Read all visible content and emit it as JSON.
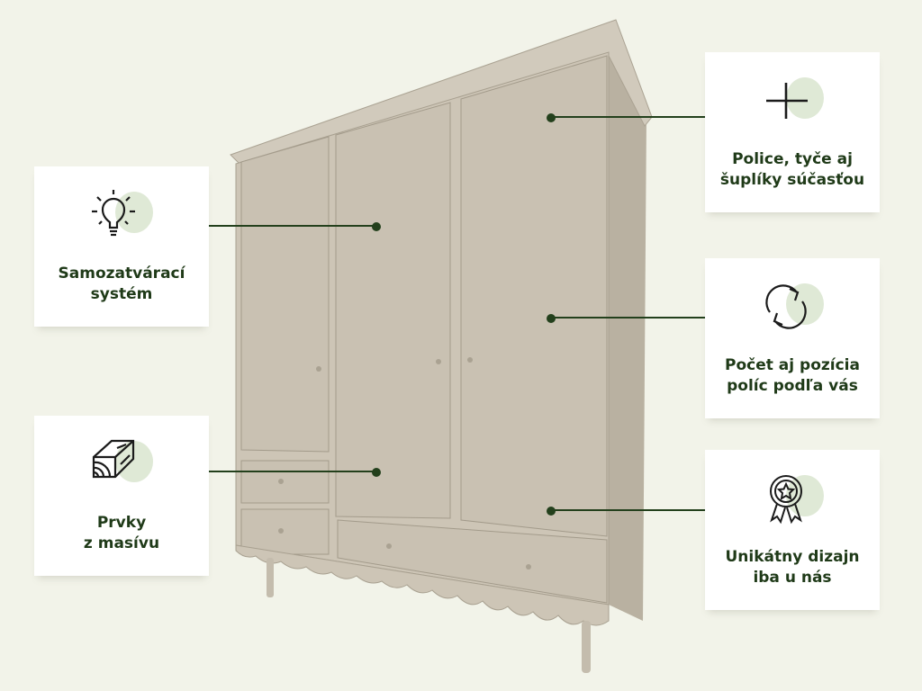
{
  "features": [
    {
      "id": "self-closing",
      "lines": [
        "Samozatvárací",
        "systém"
      ],
      "icon": "lightbulb-icon"
    },
    {
      "id": "solid-wood",
      "lines": [
        "Prvky",
        "z masívu"
      ],
      "icon": "wood-beam-icon"
    },
    {
      "id": "included",
      "lines": [
        "Police, tyče aj",
        "šuplíky súčasťou"
      ],
      "icon": "plus-icon"
    },
    {
      "id": "shelves",
      "lines": [
        "Počet aj pozícia",
        "políc podľa vás"
      ],
      "icon": "refresh-icon"
    },
    {
      "id": "design",
      "lines": [
        "Unikátny dizajn",
        "iba u nás"
      ],
      "icon": "award-badge-icon"
    }
  ],
  "colors": {
    "background": "#f2f3e9",
    "text": "#1f3a18",
    "accent_blob": "#dfe9d6",
    "wardrobe": "#c8c0b0"
  }
}
